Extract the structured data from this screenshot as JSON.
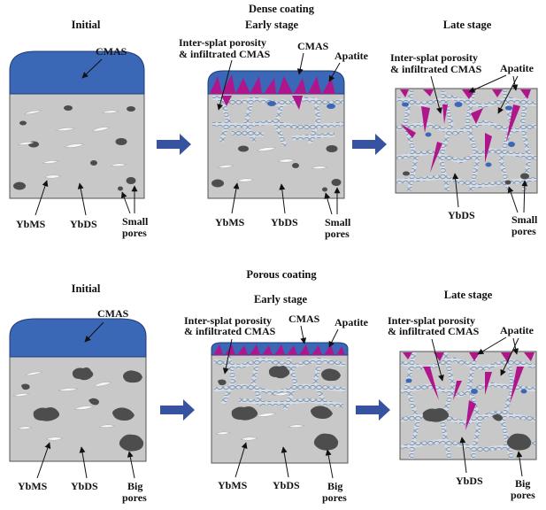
{
  "colors": {
    "background": "#ffffff",
    "coating": "#c8c8c8",
    "cmas": "#3a67b6",
    "apatite": "#b0168c",
    "pore": "#4d4d4d",
    "ybms": "#f6f6f6",
    "splat": "#9fb1c6",
    "arrow": "#3652a0"
  },
  "dense": {
    "title": "Dense coating",
    "initial": {
      "stage": "Initial",
      "cmas": "CMAS",
      "ybms": "YbMS",
      "ybds": "YbDS",
      "pores_1": "Small",
      "pores_2": "pores"
    },
    "early": {
      "stage": "Early stage",
      "splat_1": "Inter-splat porosity",
      "splat_2": "& infiltrated CMAS",
      "cmas": "CMAS",
      "apatite": "Apatite",
      "ybms": "YbMS",
      "ybds": "YbDS",
      "pores_1": "Small",
      "pores_2": "pores"
    },
    "late": {
      "stage": "Late stage",
      "splat_1": "Inter-splat porosity",
      "splat_2": "& infiltrated CMAS",
      "apatite": "Apatite",
      "ybds": "YbDS",
      "pores_1": "Small",
      "pores_2": "pores"
    }
  },
  "porous": {
    "title": "Porous coating",
    "initial": {
      "stage": "Initial",
      "cmas": "CMAS",
      "ybms": "YbMS",
      "ybds": "YbDS",
      "pores_1": "Big",
      "pores_2": "pores"
    },
    "early": {
      "stage": "Early stage",
      "splat_1": "Inter-splat porosity",
      "splat_2": "& infiltrated CMAS",
      "cmas": "CMAS",
      "apatite": "Apatite",
      "ybms": "YbMS",
      "ybds": "YbDS",
      "pores_1": "Big",
      "pores_2": "pores"
    },
    "late": {
      "stage": "Late stage",
      "splat_1": "Inter-splat porosity",
      "splat_2": "& infiltrated CMAS",
      "apatite": "Apatite",
      "ybds": "YbDS",
      "pores_1": "Big",
      "pores_2": "pores"
    }
  }
}
